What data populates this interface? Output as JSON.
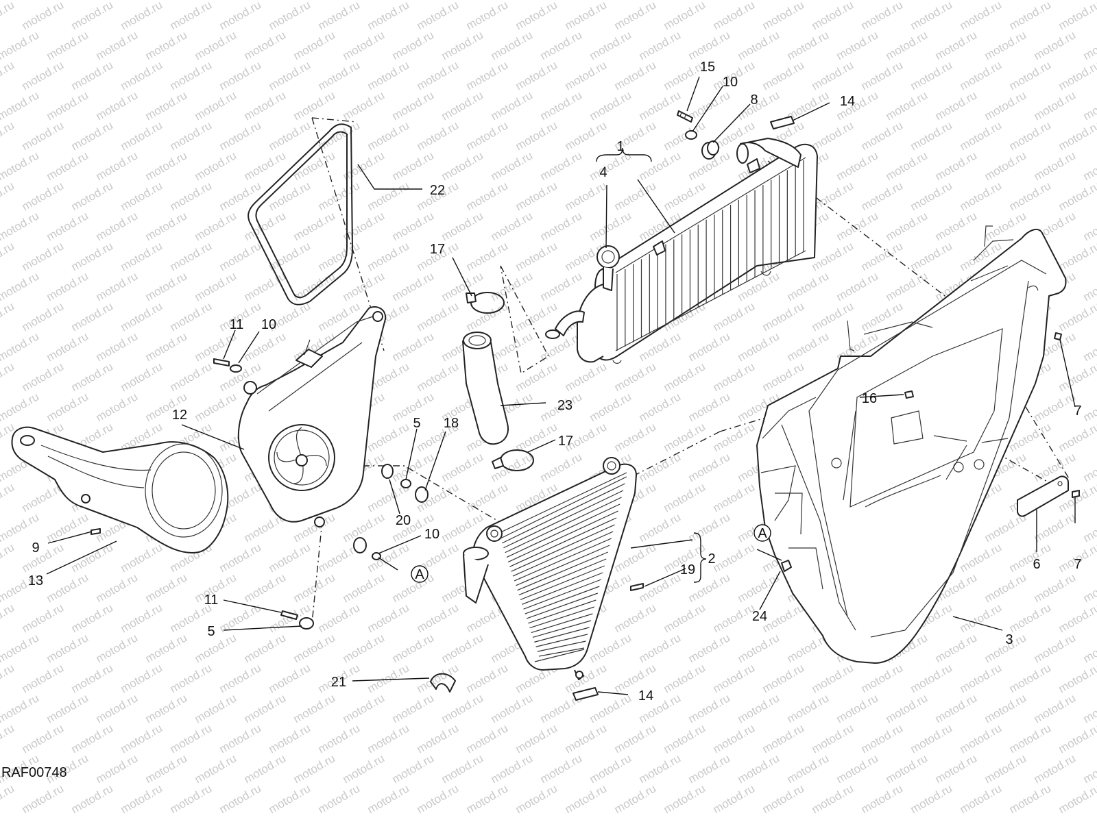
{
  "watermark": {
    "text": "motod.ru"
  },
  "diagram": {
    "code": "RAF00748",
    "callouts": [
      {
        "id": "c1",
        "text": "1"
      },
      {
        "id": "c2",
        "text": "2"
      },
      {
        "id": "c3",
        "text": "3"
      },
      {
        "id": "c4",
        "text": "4"
      },
      {
        "id": "c5a",
        "text": "5"
      },
      {
        "id": "c5b",
        "text": "5"
      },
      {
        "id": "c6",
        "text": "6"
      },
      {
        "id": "c7a",
        "text": "7"
      },
      {
        "id": "c7b",
        "text": "7"
      },
      {
        "id": "c8",
        "text": "8"
      },
      {
        "id": "c9",
        "text": "9"
      },
      {
        "id": "c10a",
        "text": "10"
      },
      {
        "id": "c10b",
        "text": "10"
      },
      {
        "id": "c10c",
        "text": "10"
      },
      {
        "id": "c11a",
        "text": "11"
      },
      {
        "id": "c11b",
        "text": "11"
      },
      {
        "id": "c12",
        "text": "12"
      },
      {
        "id": "c13",
        "text": "13"
      },
      {
        "id": "c14a",
        "text": "14"
      },
      {
        "id": "c14b",
        "text": "14"
      },
      {
        "id": "c15",
        "text": "15"
      },
      {
        "id": "c16",
        "text": "16"
      },
      {
        "id": "c17a",
        "text": "17"
      },
      {
        "id": "c17b",
        "text": "17"
      },
      {
        "id": "c18",
        "text": "18"
      },
      {
        "id": "c19",
        "text": "19"
      },
      {
        "id": "c20",
        "text": "20"
      },
      {
        "id": "c21",
        "text": "21"
      },
      {
        "id": "c22",
        "text": "22"
      },
      {
        "id": "c23",
        "text": "23"
      },
      {
        "id": "c24",
        "text": "24"
      }
    ],
    "reference_marker": "A"
  }
}
